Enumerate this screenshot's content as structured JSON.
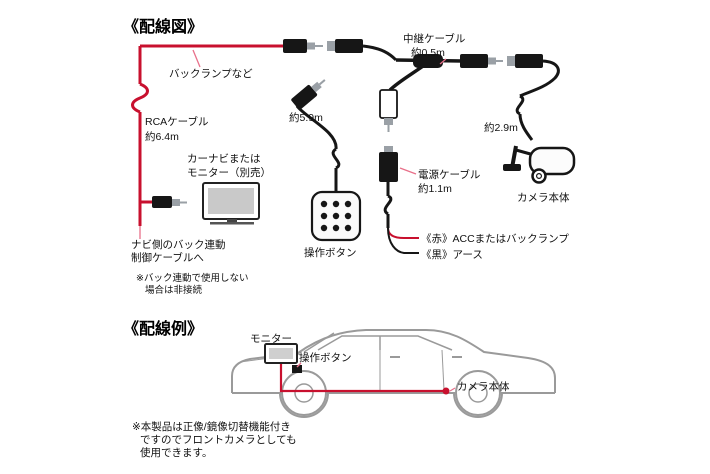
{
  "colors": {
    "cable_red": "#c8102e",
    "leader_pink": "#e8708a",
    "line_black": "#161616",
    "metal_gray": "#9aa0a6",
    "car_gray": "#9a9a9a"
  },
  "wiring_diagram": {
    "title": "《配線図》",
    "back_lamp_label": "バックランプなど",
    "rca_cable_label": "RCAケーブル",
    "rca_cable_length": "約6.4m",
    "navi_label_1": "カーナビまたは",
    "navi_label_2": "モニター（別売）",
    "navi_back_line1": "ナビ側のバック連動",
    "navi_back_line2": "制御ケーブルへ",
    "note_line1": "※バック連動で使用しない",
    "note_line2": "場合は非接続",
    "button_cable_length": "約5.9m",
    "button_label": "操作ボタン",
    "relay_cable_label": "中継ケーブル",
    "relay_cable_length": "約0.5m",
    "power_cable_label": "電源ケーブル",
    "power_cable_length": "約1.1m",
    "red_wire_label": "《赤》ACCまたはバックランプ",
    "black_wire_label": "《黒》アース",
    "camera_cable_length": "約2.9m",
    "camera_label": "カメラ本体"
  },
  "wiring_example": {
    "title": "《配線例》",
    "monitor_label": "モニター",
    "button_label": "操作ボタン",
    "camera_label": "カメラ本体",
    "note_line1": "※本製品は正像/鏡像切替機能付き",
    "note_line2": "ですのでフロントカメラとしても",
    "note_line3": "使用できます。"
  }
}
